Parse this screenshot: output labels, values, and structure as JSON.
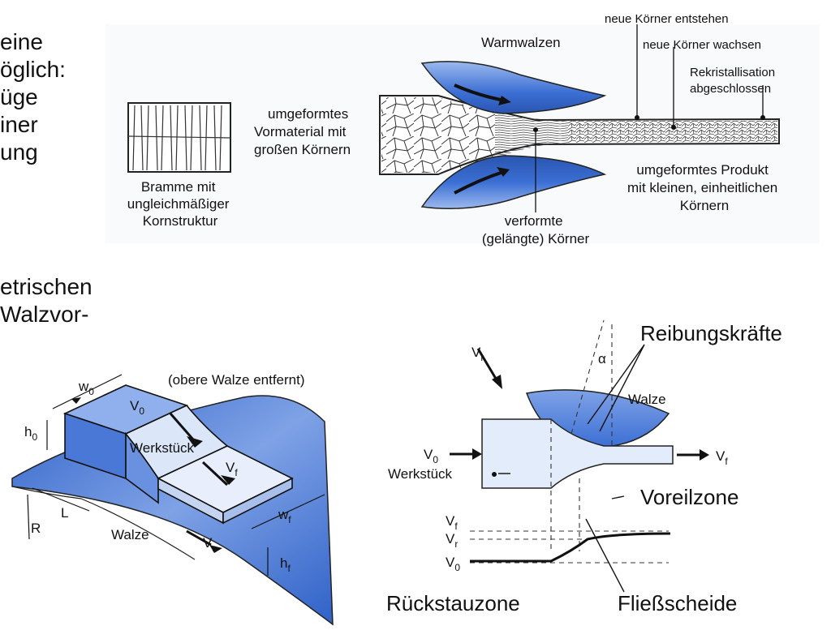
{
  "left_text": {
    "lines1": [
      "eine",
      "öglich:",
      "üge",
      "iner",
      "ung"
    ],
    "lines2": [
      "etrischen",
      "Walzvor-"
    ]
  },
  "top_figure": {
    "slab_label": [
      "Bramme mit",
      "ungleichmäßiger",
      "Kornstruktur"
    ],
    "premat_label": [
      "umgeformtes",
      "Vormaterial mit",
      "großen Körnern"
    ],
    "hot_rolling": "Warmwalzen",
    "new_grains_form": "neue Körner entstehen",
    "new_grains_grow": "neue Körner wachsen",
    "recryst": [
      "Rekristallisation",
      "abgeschlossen"
    ],
    "product_label": [
      "umgeformtes Produkt",
      "mit kleinen, einheitlichen",
      "Körnern"
    ],
    "deformed_label": [
      "verformte",
      "(gelängte) Körner"
    ]
  },
  "bottom_left_figure": {
    "note": "(obere Walze entfernt)",
    "w0": "w",
    "w0_sub": "0",
    "v0": "V",
    "v0_sub": "0",
    "h0": "h",
    "h0_sub": "0",
    "workpiece": "Werkstück",
    "vf": "V",
    "vf_sub": "f",
    "wf": "w",
    "wf_sub": "f",
    "L": "L",
    "R": "R",
    "roll": "Walze",
    "vr": "V",
    "vr_sub": "r",
    "hf": "h",
    "hf_sub": "f"
  },
  "bottom_right_figure": {
    "friction": "Reibungskräfte",
    "vr": "V",
    "vr_sub": "r",
    "alpha": "α",
    "roll": "Walze",
    "v0": "V",
    "v0_sub": "0",
    "vf": "V",
    "vf_sub": "f",
    "workpiece": "Werkstück",
    "lead_zone": "Voreilzone",
    "graph_vf": "V",
    "graph_vf_sub": "f",
    "graph_vr": "V",
    "graph_vr_sub": "r",
    "graph_v0": "V",
    "graph_v0_sub": "0",
    "backflow_zone": "Rückstauzone",
    "neutral_point": "Fließscheide"
  },
  "colors": {
    "roll_blue": "#3b6fd4",
    "roll_light": "#c8d8f5",
    "workpiece_fill": "#e2ecfa"
  }
}
